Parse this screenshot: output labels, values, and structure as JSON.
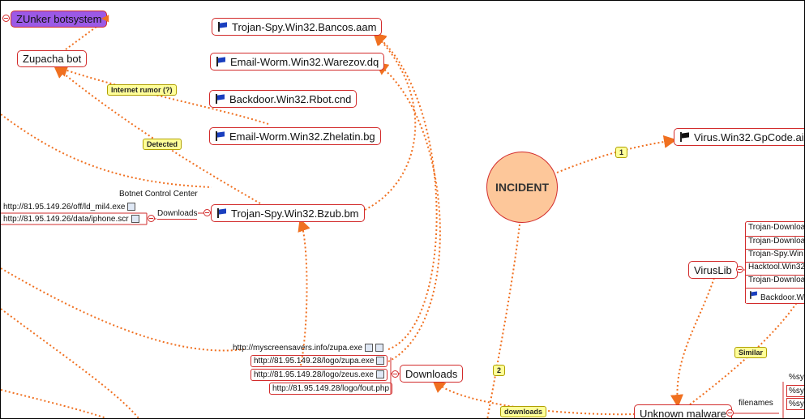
{
  "nodes": {
    "zunker": "ZUnker botsystem",
    "zupacha": "Zupacha bot",
    "bancos": "Trojan-Spy.Win32.Bancos.aam",
    "warezov": "Email-Worm.Win32.Warezov.dq",
    "rbot": "Backdoor.Win32.Rbot.cnd",
    "zhelatin": "Email-Worm.Win32.Zhelatin.bg",
    "bzub": "Trojan-Spy.Win32.Bzub.bm",
    "gpcode": "Virus.Win32.GpCode.ai",
    "incident": "INCIDENT",
    "viruslib": "VirusLib",
    "downloads": "Downloads",
    "unknown": "Unknown malware"
  },
  "tags": {
    "rumor": "Internet rumor (?)",
    "detected": "Detected",
    "one": "1",
    "two": "2",
    "similar": "Similar",
    "downloads_tag": "downloads"
  },
  "labels": {
    "botnet_cc": "Botnet Control Center",
    "downloads_small": "Downloads",
    "filenames": "filenames"
  },
  "urls": {
    "ld_mil4": "http://81.95.149.26/off/ld_mil4.exe",
    "iphone": "http://81.95.149.26/data/iphone.scr",
    "zupa_info": "http://myscreensavers.info/zupa.exe",
    "zupa_ip": "http://81.95.149.28/logo/zupa.exe",
    "zeus": "http://81.95.149.28/logo/zeus.exe",
    "fout": "http://81.95.149.28/logo/fout.php"
  },
  "viruslib_items": [
    "Trojan-Downloa",
    "Trojan-Downloa",
    "Trojan-Spy.Win",
    "Hacktool.Win32",
    "Trojan-Downloa",
    "Backdoor.W"
  ],
  "filename_items": [
    "%sys",
    "%sys",
    "%sys"
  ],
  "icons": {
    "flag": "flag-icon",
    "collapse": "collapse-icon",
    "note": "note-icon"
  },
  "colors": {
    "link": "#f07020",
    "border": "#d22b2b",
    "incident": "#fdc79a",
    "tag": "#ffff99",
    "root": "#9b59e6"
  }
}
